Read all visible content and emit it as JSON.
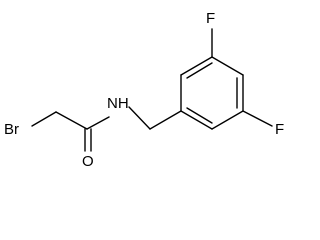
{
  "molecule": {
    "atoms": {
      "br": "Br",
      "o": "O",
      "nh": "NH",
      "f_top": "F",
      "f_bottom": "F"
    }
  }
}
